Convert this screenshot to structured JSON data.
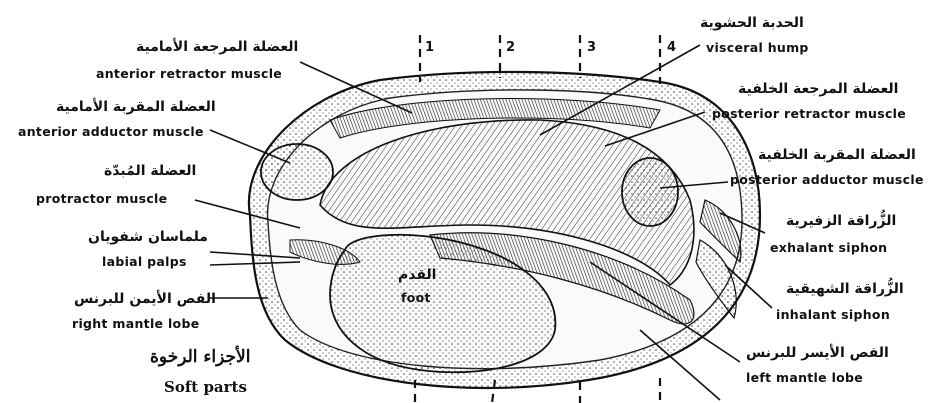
{
  "title": {
    "arabic": "الأجزاء الرخوة",
    "english": "Soft parts"
  },
  "sections": [
    "1",
    "2",
    "3",
    "4"
  ],
  "labels": {
    "visceral_hump": {
      "arabic": "الحدبة الحشوية",
      "english": "visceral hump"
    },
    "posterior_retractor": {
      "arabic": "العضلة المرجعة الخلفية",
      "english": "posterior retractor muscle"
    },
    "posterior_adductor": {
      "arabic": "العضلة المقربة الخلفية",
      "english": "posterior adductor muscle"
    },
    "exhalant_siphon": {
      "arabic": "الزُّراقة الزفيرية",
      "english": "exhalant siphon"
    },
    "inhalant_siphon": {
      "arabic": "الزُّراقة الشهيقية",
      "english": "inhalant siphon"
    },
    "left_mantle_lobe": {
      "arabic": "الفص الأيسر للبرنس",
      "english": "left mantle lobe"
    },
    "anterior_retractor": {
      "arabic": "العضلة المرجعة الأمامية",
      "english": "anterior retractor muscle"
    },
    "anterior_adductor": {
      "arabic": "العضلة المقربة الأمامية",
      "english": "anterior adductor muscle"
    },
    "protractor": {
      "arabic": "العضلة المُبدّة",
      "english": "protractor muscle"
    },
    "labial_palps": {
      "arabic": "ملماسان شفويان",
      "english": "labial palps"
    },
    "right_mantle_lobe": {
      "arabic": "الفص الأيمن للبرنس",
      "english": "right mantle lobe"
    },
    "foot": {
      "arabic": "القدم",
      "english": "foot"
    }
  }
}
